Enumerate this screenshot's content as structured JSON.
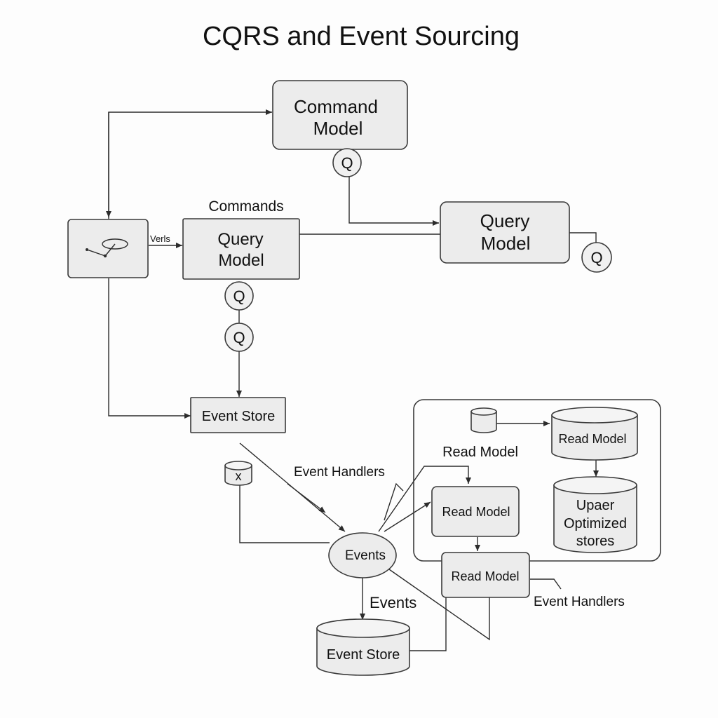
{
  "title": "CQRS and Event Sourcing",
  "nodes": {
    "command_model": "Command Model",
    "query_model_left": "Query Model",
    "query_model_right": "Query Model",
    "event_store_box": "Event Store",
    "event_store_cylinder": "Event Store",
    "events_ellipse": "Events",
    "read_model_center": "Read Model",
    "read_model_lower": "Read Model",
    "read_model_cylinder": "Read Model",
    "optimized_stores": [
      "Upaer",
      "Optimized",
      "stores"
    ],
    "small_cylinder_mark": "x"
  },
  "labels": {
    "commands": "Commands",
    "verbs": "Verls",
    "event_handlers_top": "Event Handlers",
    "event_handlers_bottom": "Event Handlers",
    "read_model_group": "Read Model",
    "events_edge": "Events"
  },
  "query_badges": [
    "Q",
    "Q",
    "Q",
    "Q"
  ]
}
